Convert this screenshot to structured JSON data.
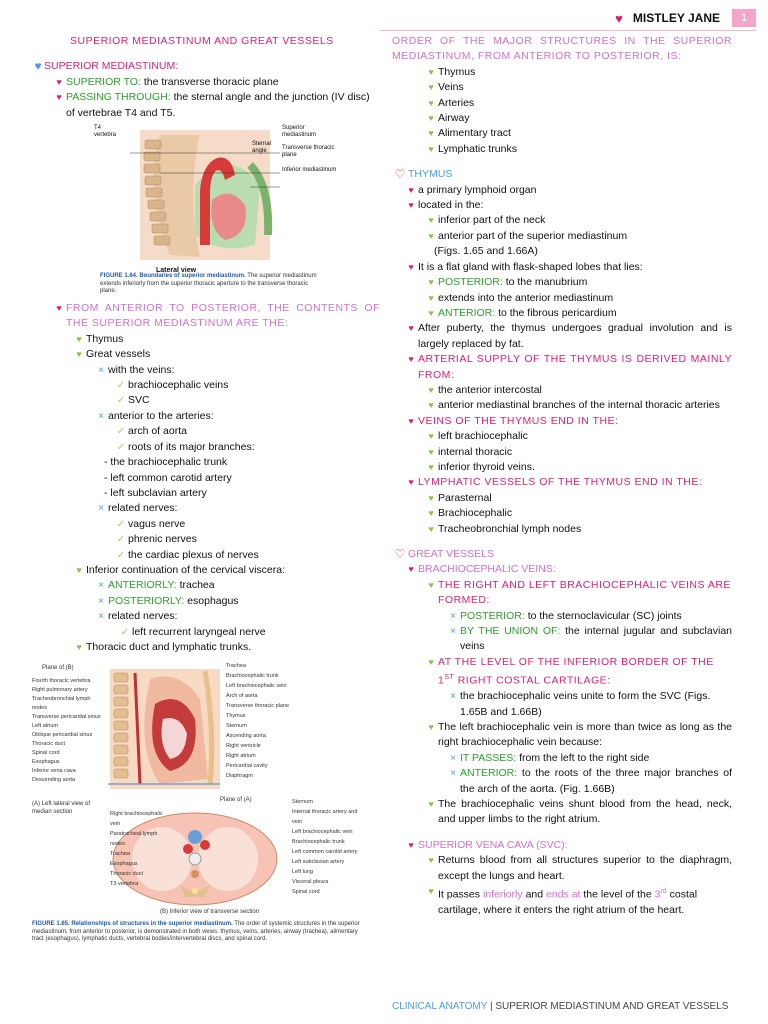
{
  "header": {
    "name": "MISTLEY JANE",
    "page": "1"
  },
  "left": {
    "title": "SUPERIOR MEDIASTINUM AND GREAT VESSELS",
    "sm_heading": "SUPERIOR MEDIASTINUM:",
    "superior_to_label": "SUPERIOR TO:",
    "superior_to_text": "the transverse thoracic plane",
    "passing_label": "PASSING THROUGH:",
    "passing_text": "the sternal angle and the junction (IV disc) of vertebrae T4 and T5.",
    "fig1": {
      "labels": {
        "t4": "T4",
        "vertebra": "vertebra",
        "superior_mediastinum": "Superior mediastinum",
        "sternal_angle": "Sternal angle",
        "transverse_plane": "Transverse thoracic plane",
        "inferior_mediastinum": "Inferior mediastinum",
        "lateral_view": "Lateral view"
      },
      "caption_bold": "FIGURE 1.64. Boundaries of superior mediastinum.",
      "caption_text": "The superior mediastinum extends inferiorly from the superior thoracic aperture to the transverse thoracic plane."
    },
    "contents_heading": "FROM ANTERIOR TO POSTERIOR, THE CONTENTS OF THE SUPERIOR MEDIASTINUM ARE THE:",
    "thymus": "Thymus",
    "great_vessels": "Great vessels",
    "with_veins": "with the veins:",
    "brachiocephalic_veins": "brachiocephalic veins",
    "svc": "SVC",
    "anterior_arteries": "anterior to the arteries:",
    "arch": "arch of aorta",
    "roots": "roots of its major branches:",
    "trunk": "- the brachiocephalic trunk",
    "carotid": "- left common carotid artery",
    "subclavian": "- left subclavian artery",
    "related_nerves": "related nerves:",
    "vagus": "vagus nerve",
    "phrenic": "phrenic nerves",
    "cardiac": "the cardiac plexus of nerves",
    "inferior_cont": "Inferior continuation of the cervical viscera:",
    "anteriorly_label": "ANTERIORLY:",
    "anteriorly_text": "trachea",
    "posteriorly_label": "POSTERIORLY:",
    "posteriorly_text": "esophagus",
    "related_nerves2": "related nerves:",
    "laryngeal": "left recurrent laryngeal nerve",
    "thoracic_duct": "Thoracic duct and lymphatic trunks.",
    "fig2": {
      "plane_a": "Plane of (B)",
      "left_labels": [
        "Fourth thoracic vertebra",
        "Right pulmonary artery",
        "Tracheobronchial lymph nodes",
        "Transverse pericardial sinus",
        "Left atrium",
        "Oblique pericardial sinus",
        "Thoracic duct",
        "Spinal cord",
        "Esophagus",
        "Inferior vena cava",
        "Descending aorta"
      ],
      "right_labels": [
        "Trachea",
        "Brachiocephalic trunk",
        "Left brachiocephalic vein",
        "Arch of aorta",
        "Transverse thoracic plane",
        "Thymus",
        "Sternum",
        "Ascending aorta",
        "Right ventricle",
        "Right atrium",
        "Pericardial cavity",
        "Diaphragm"
      ],
      "sub_a": "(A) Left lateral view of median section",
      "plane_b": "Plane of (A)",
      "b_left": [
        "Right brachiocephalic vein",
        "Paratracheal lymph nodes",
        "Trachea",
        "Esophagus",
        "Thoracic duct",
        "T3 vertebra"
      ],
      "b_right": [
        "Sternum",
        "Internal thoracic artery and vein",
        "Left brachiocephalic vein",
        "Brachiocephalic trunk",
        "Left common carotid artery",
        "Left subclavian artery",
        "Left lung",
        "Visceral pleura",
        "Spinal cord"
      ],
      "sub_b": "(B) Inferior view of transverse section",
      "caption_bold": "FIGURE 1.65. Relationships of structures in the superior mediastinum.",
      "caption_text": "The order of systemic structures in the superior mediastinum, from anterior to posterior, is demonstrated in both views: thymus, veins, arteries, airway (trachea), alimentary tract (esophagus), lymphatic ducts, vertebral bodies/intervertebral discs, and spinal cord."
    }
  },
  "right": {
    "order_heading": "ORDER OF THE MAJOR STRUCTURES IN THE SUPERIOR MEDIASTINUM, FROM ANTERIOR TO POSTERIOR, IS:",
    "order": [
      "Thymus",
      "Veins",
      "Arteries",
      "Airway",
      "Alimentary tract",
      "Lymphatic trunks"
    ],
    "thymus_heading": "THYMUS",
    "lymphoid": "a primary lymphoid organ",
    "located": "located in the:",
    "neck": "inferior part of the neck",
    "anterior_sm": "anterior part of the superior mediastinum",
    "figs1": "(Figs. 1.65 and 1.66A)",
    "flat_gland": "It is a flat gland with flask-shaped lobes that lies:",
    "posterior_label": "POSTERIOR:",
    "posterior_text": "to the manubrium",
    "extends": "extends into the anterior mediastinum",
    "anterior_label": "ANTERIOR:",
    "anterior_text": "to the fibrous pericardium",
    "puberty": "After puberty, the thymus undergoes gradual involution and is largely replaced by fat.",
    "arterial_heading": "ARTERIAL SUPPLY OF THE THYMUS IS DERIVED MAINLY FROM:",
    "ant_intercostal": "the anterior intercostal",
    "ant_mediastinal": "anterior mediastinal branches of the internal thoracic arteries",
    "veins_heading": "VEINS OF THE THYMUS END IN THE:",
    "veins": [
      "left brachiocephalic",
      "internal thoracic",
      "inferior thyroid veins."
    ],
    "lymph_heading": "LYMPHATIC VESSELS OF THE THYMUS END IN THE:",
    "lymph": [
      "Parasternal",
      "Brachiocephalic",
      "Tracheobronchial lymph nodes"
    ],
    "gv_heading": "GREAT VESSELS",
    "bv_heading": "BRACHIOCEPHALIC VEINS:",
    "formed_heading": "THE RIGHT AND LEFT BRACHIOCEPHALIC VEINS ARE FORMED:",
    "gv_posterior_label": "POSTERIOR:",
    "gv_posterior_text": "to the sternoclavicular (SC) joints",
    "union_label": "BY THE UNION OF:",
    "union_text": "the internal jugular and subclavian veins",
    "level_heading_pre": "AT THE LEVEL OF THE INFERIOR BORDER OF THE 1",
    "level_heading_sup": "ST",
    "level_heading_post": " RIGHT COSTAL CARTILAGE:",
    "unite": "the brachiocephalic veins unite to form the SVC (Figs. 1.65B and 1.66B)",
    "left_twice": "The left brachiocephalic vein is more than twice as long as the right brachiocephalic vein because:",
    "passes_label": "IT PASSES:",
    "passes_text": "from the left to the right side",
    "gv_anterior_label": "ANTERIOR:",
    "gv_anterior_text": "to the roots of the three major branches of the arch of the aorta. (Fig. 1.66B)",
    "shunt": "The brachiocephalic veins shunt blood from the head, neck, and upper limbs to the right atrium.",
    "svc_heading": "SUPERIOR VENA CAVA (SVC):",
    "returns": "Returns blood from all structures superior to the diaphragm, except the lungs and heart.",
    "passes_a": "It passes",
    "passes_b": "inferiorly",
    "passes_c": "and",
    "passes_d": "ends at",
    "passes_e": "the level of the",
    "passes_f": "3",
    "passes_sup": "rd",
    "passes_g": "costal cartilage, where it enters the right atrium of the heart."
  },
  "footer": {
    "part1": "CLINICAL ANATOMY",
    "sep": " | ",
    "part2": "SUPERIOR MEDIASTINUM AND GREAT VESSELS"
  },
  "colors": {
    "accent": "#e01e6e",
    "light_pink": "#d26fd0",
    "green": "#2c9e2c",
    "bullet_green": "#8bc34a",
    "bullet_blue": "#4a9de0"
  }
}
